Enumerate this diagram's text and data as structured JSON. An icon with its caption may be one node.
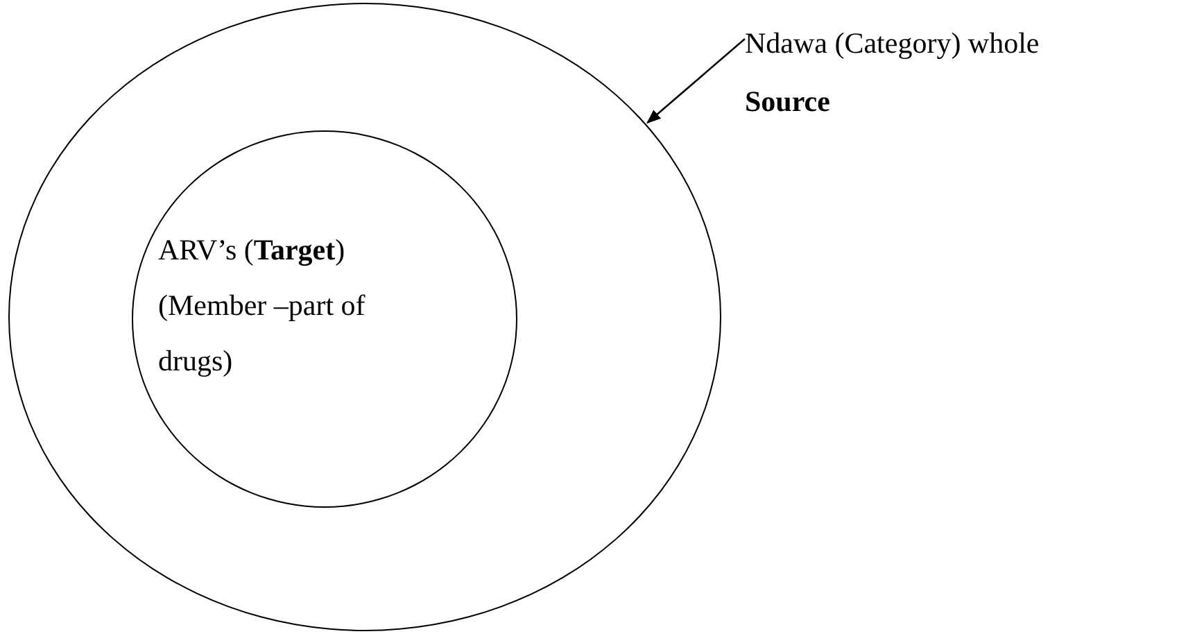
{
  "diagram": {
    "nodes": [
      {
        "text": [],
        "shape": "circle"
      },
      {
        "text": [
          "ARV’s (**Target**) (Member –part of drugs)"
        ],
        "in": 0
      },
      {
        "text": [
          "Ndawa (Category) whole",
          "Source"
        ]
      }
    ],
    "edges": [
      {
        "from": 2,
        "to": 0,
        "arrow": "to"
      }
    ]
  }
}
